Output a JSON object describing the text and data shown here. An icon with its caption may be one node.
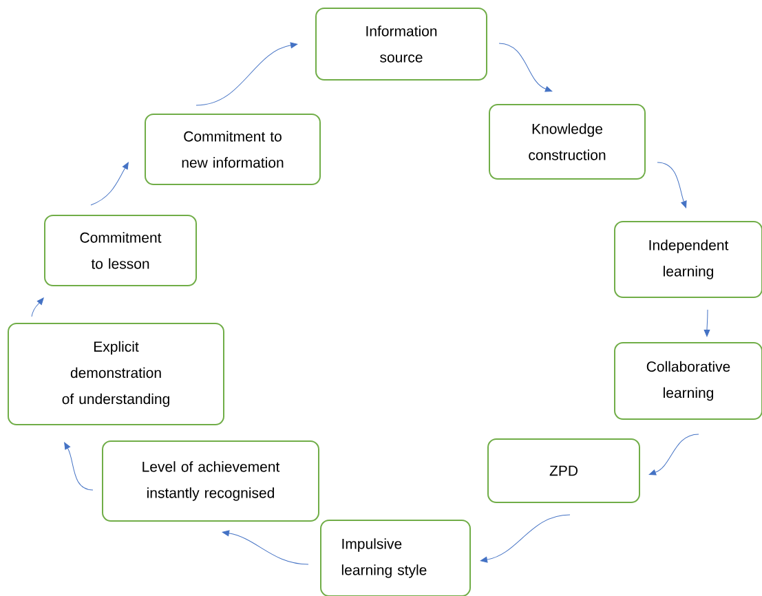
{
  "diagram": {
    "nodes": [
      {
        "text": [
          "Information source"
        ]
      },
      {
        "text": [
          "Knowledge construction"
        ]
      },
      {
        "text": [
          "Independent learning"
        ]
      },
      {
        "text": [
          "Collaborative learning"
        ]
      },
      {
        "text": [
          "ZPD"
        ]
      },
      {
        "text": [
          "Impulsive learning style"
        ]
      },
      {
        "text": [
          "Level of achievement instantly recognised"
        ]
      },
      {
        "text": [
          "Explicit demonstration of understanding"
        ]
      },
      {
        "text": [
          "Commitment to lesson"
        ]
      },
      {
        "text": [
          "Commitment to new information"
        ]
      }
    ],
    "edges": [
      {
        "from": 0,
        "to": 1,
        "arrow": "to"
      },
      {
        "from": 1,
        "to": 2,
        "arrow": "to"
      },
      {
        "from": 2,
        "to": 3,
        "arrow": "to"
      },
      {
        "from": 3,
        "to": 4,
        "arrow": "to"
      },
      {
        "from": 4,
        "to": 5,
        "arrow": "to"
      },
      {
        "from": 5,
        "to": 6,
        "arrow": "to"
      },
      {
        "from": 6,
        "to": 7,
        "arrow": "to"
      },
      {
        "from": 7,
        "to": 8,
        "arrow": "to"
      },
      {
        "from": 8,
        "to": 9,
        "arrow": "to"
      },
      {
        "from": 9,
        "to": 0,
        "arrow": "to"
      }
    ]
  }
}
